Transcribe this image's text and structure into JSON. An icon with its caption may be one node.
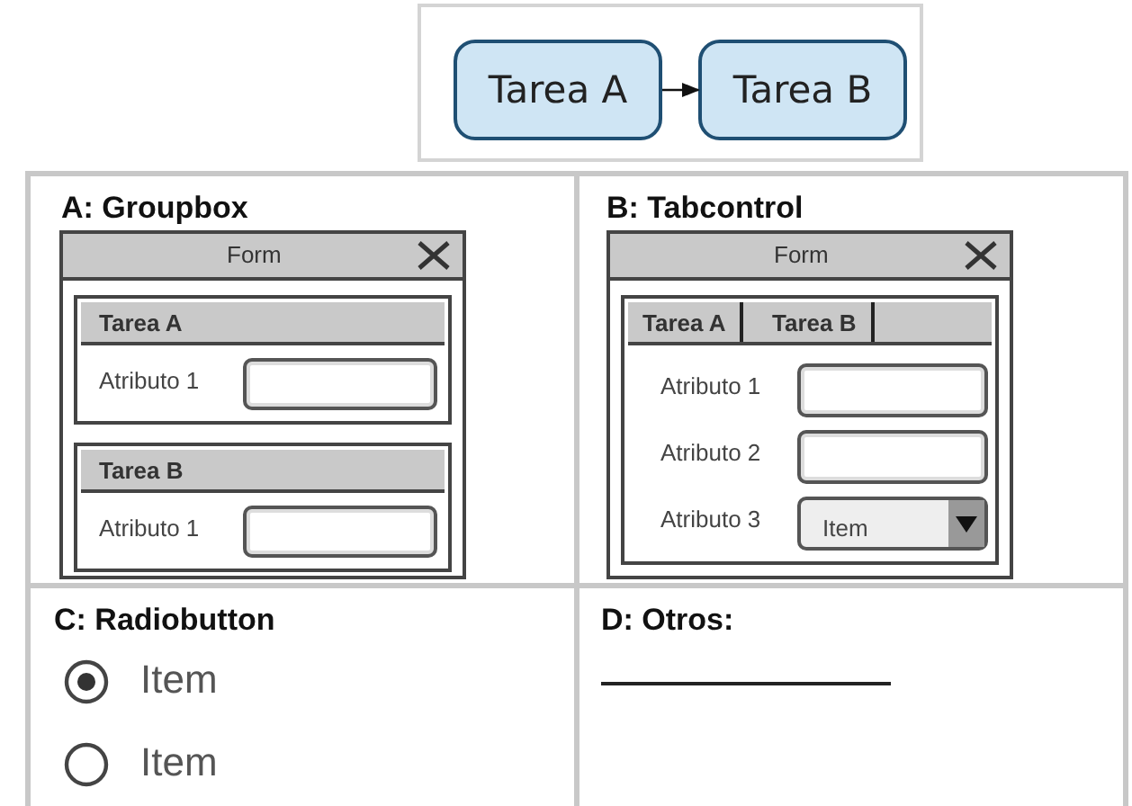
{
  "diagram": {
    "nodes": [
      {
        "text": [
          "Tarea A"
        ]
      },
      {
        "text": [
          "Tarea B"
        ]
      }
    ],
    "edges": [
      {
        "from": 0,
        "to": 1,
        "arrow": "to"
      }
    ],
    "labels": [
      "A: Groupbox",
      "Form",
      "Tarea A",
      "Atributo 1",
      "Tarea B",
      "Atributo 1",
      "B: Tabcontrol",
      "Form",
      "Tarea A",
      "Tarea B",
      "Atributo 1",
      "Atributo 2",
      "Atributo 3",
      "Item",
      "C: Radiobutton",
      "Item",
      "Item",
      "D: Otros:"
    ]
  }
}
